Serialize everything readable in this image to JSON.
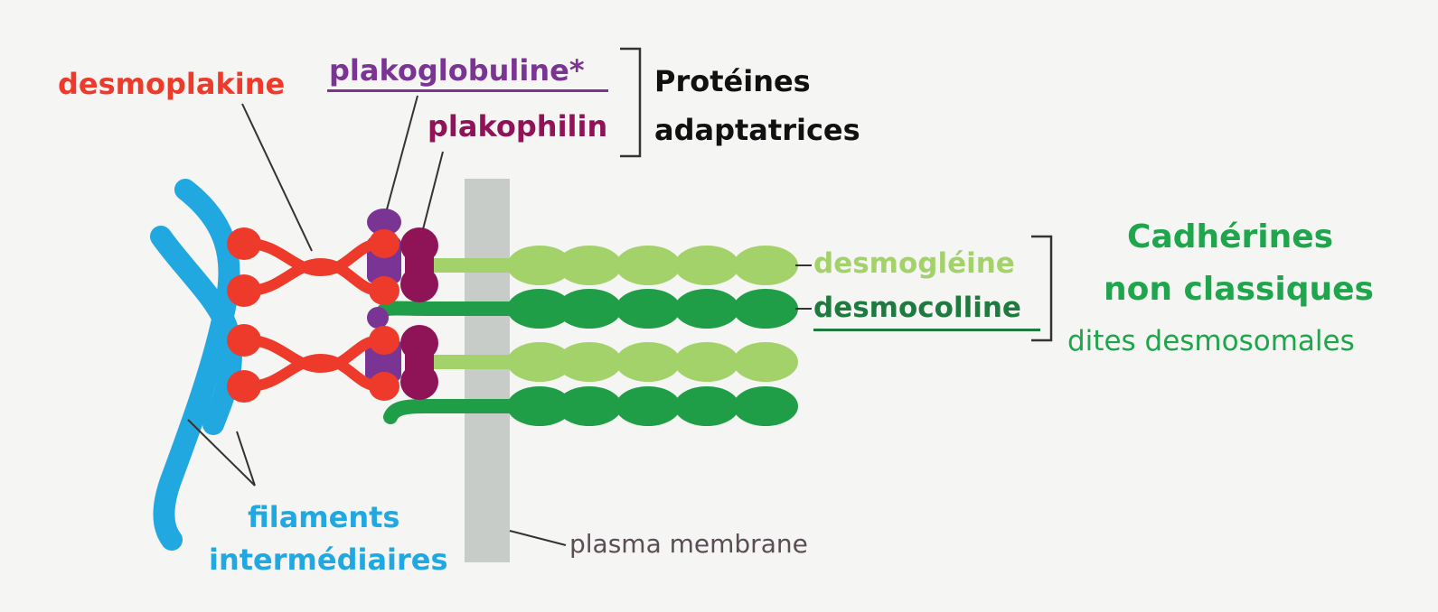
{
  "colors": {
    "background": "#f5f5f3",
    "desmoplakin": "#ee3a2b",
    "plakoglobulin": "#7a3594",
    "plakophilin": "#8f1457",
    "intermediate_filaments": "#22a8e0",
    "desmoglein": "#a4d26a",
    "desmocollin": "#1f9e47",
    "membrane": "#c8ccc9",
    "cadherin_title": "#1fa54c",
    "membrane_label": "#5a4d55",
    "adapter_label": "#111111"
  },
  "labels": {
    "desmoplakine": "desmoplakine",
    "plakoglobuline": "plakoglobuline*",
    "plakophilin": "plakophilin",
    "adapter_group_line1": "Protéines",
    "adapter_group_line2": "adaptatrices",
    "desmogleine": "desmogléine",
    "desmocolline": "desmocolline",
    "cadherin_line1": "Cadhérines",
    "cadherin_line2": "non classiques",
    "cadherin_line3": "dites desmosomales",
    "filaments_line1": "filaments",
    "filaments_line2": "intermédiaires",
    "membrane": "plasma membrane"
  }
}
